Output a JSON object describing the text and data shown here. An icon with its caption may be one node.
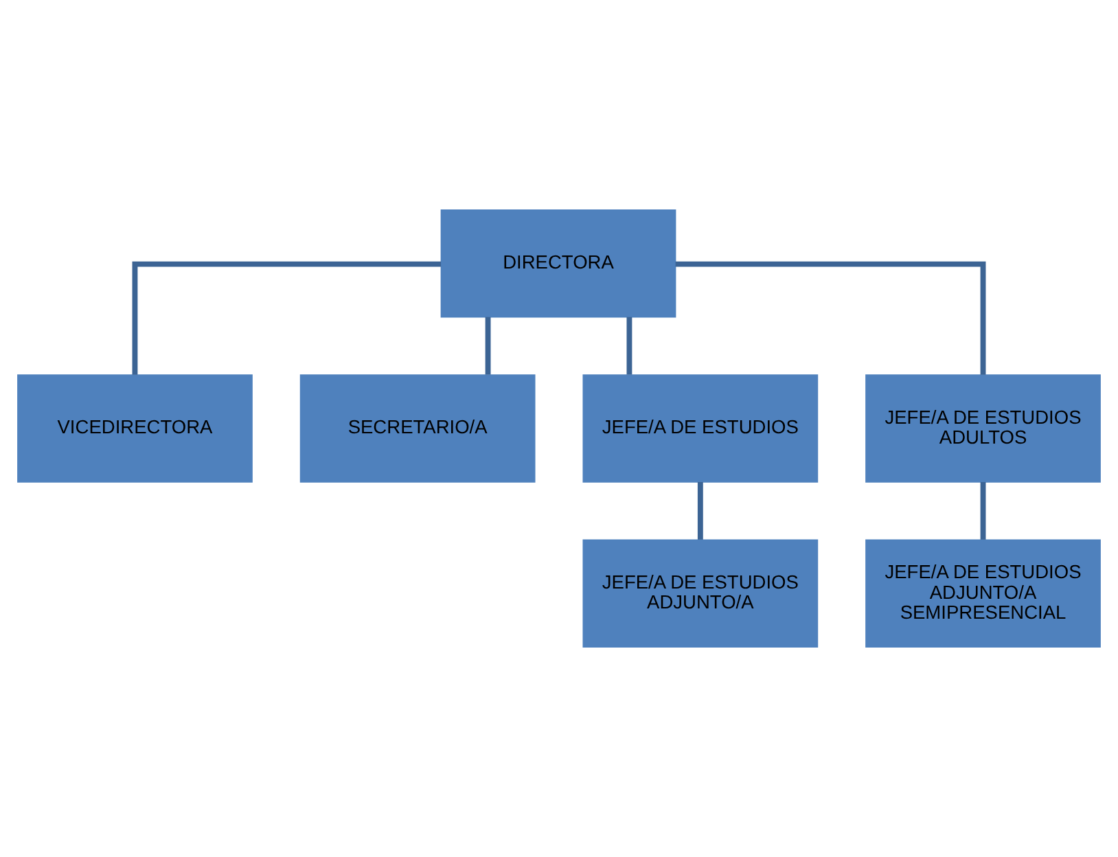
{
  "diagram": {
    "nodes": [
      {
        "text": [
          "DIRECTORA"
        ]
      },
      {
        "text": [
          "VICEDIRECTORA"
        ]
      },
      {
        "text": [
          "SECRETARIO/A"
        ]
      },
      {
        "text": [
          "JEFE/A DE ESTUDIOS"
        ]
      },
      {
        "text": [
          "JEFE/A DE ESTUDIOS ADULTOS"
        ]
      },
      {
        "text": [
          "JEFE/A DE ESTUDIOS ADJUNTO/A"
        ]
      },
      {
        "text": [
          "JEFE/A DE ESTUDIOS ADJUNTO/A SEMIPRESENCIAL"
        ]
      }
    ],
    "edges": [
      {
        "from": 0,
        "to": 1,
        "arrow": "none"
      },
      {
        "from": 0,
        "to": 2,
        "arrow": "none"
      },
      {
        "from": 0,
        "to": 3,
        "arrow": "none"
      },
      {
        "from": 0,
        "to": 4,
        "arrow": "none"
      },
      {
        "from": 3,
        "to": 5,
        "arrow": "none"
      },
      {
        "from": 4,
        "to": 6,
        "arrow": "none"
      }
    ]
  }
}
